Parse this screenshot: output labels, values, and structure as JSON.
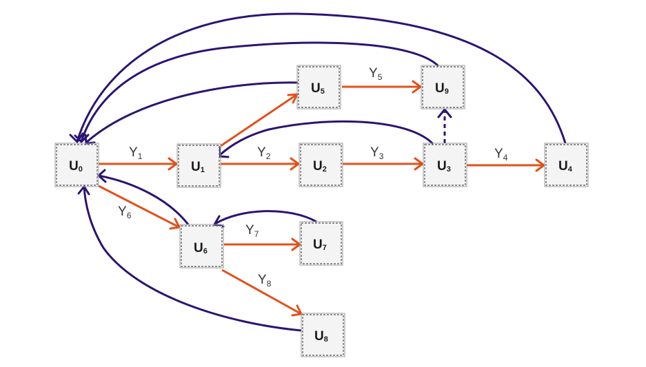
{
  "diagram": {
    "colors": {
      "forward_edge": "#e2501a",
      "back_edge": "#2b1472",
      "node_fill": "#f4f4f4",
      "node_border": "#6a6a6a"
    },
    "nodes": {
      "U0": {
        "letter": "U",
        "sub": "0"
      },
      "U1": {
        "letter": "U",
        "sub": "1"
      },
      "U2": {
        "letter": "U",
        "sub": "2"
      },
      "U3": {
        "letter": "U",
        "sub": "3"
      },
      "U4": {
        "letter": "U",
        "sub": "4"
      },
      "U5": {
        "letter": "U",
        "sub": "5"
      },
      "U6": {
        "letter": "U",
        "sub": "6"
      },
      "U7": {
        "letter": "U",
        "sub": "7"
      },
      "U8": {
        "letter": "U",
        "sub": "8"
      },
      "U9": {
        "letter": "U",
        "sub": "9"
      }
    },
    "edge_labels": {
      "Y1": {
        "main": "Y",
        "sub": "1"
      },
      "Y2": {
        "main": "Y",
        "sub": "2"
      },
      "Y3": {
        "main": "Y",
        "sub": "3"
      },
      "Y4": {
        "main": "Y",
        "sub": "4"
      },
      "Y5": {
        "main": "Y",
        "sub": "5"
      },
      "Y6": {
        "main": "Y",
        "sub": "6"
      },
      "Y7": {
        "main": "Y",
        "sub": "7"
      },
      "Y8": {
        "main": "Y",
        "sub": "8"
      }
    },
    "forward_edges": [
      {
        "from": "U0",
        "to": "U1",
        "label": "Y1"
      },
      {
        "from": "U1",
        "to": "U2",
        "label": "Y2"
      },
      {
        "from": "U2",
        "to": "U3",
        "label": "Y3"
      },
      {
        "from": "U3",
        "to": "U4",
        "label": "Y4"
      },
      {
        "from": "U1",
        "to": "U5",
        "label": ""
      },
      {
        "from": "U5",
        "to": "U9",
        "label": "Y5"
      },
      {
        "from": "U0",
        "to": "U6",
        "label": "Y6"
      },
      {
        "from": "U6",
        "to": "U7",
        "label": "Y7"
      },
      {
        "from": "U6",
        "to": "U8",
        "label": "Y8"
      }
    ],
    "back_edges": [
      {
        "from": "U4",
        "to": "U0"
      },
      {
        "from": "U9",
        "to": "U0"
      },
      {
        "from": "U5",
        "to": "U0"
      },
      {
        "from": "U3",
        "to": "U1"
      },
      {
        "from": "U6",
        "to": "U0"
      },
      {
        "from": "U7",
        "to": "U6"
      },
      {
        "from": "U8",
        "to": "U0"
      }
    ],
    "dashed_edges": [
      {
        "from": "U3",
        "to": "U9"
      }
    ]
  }
}
